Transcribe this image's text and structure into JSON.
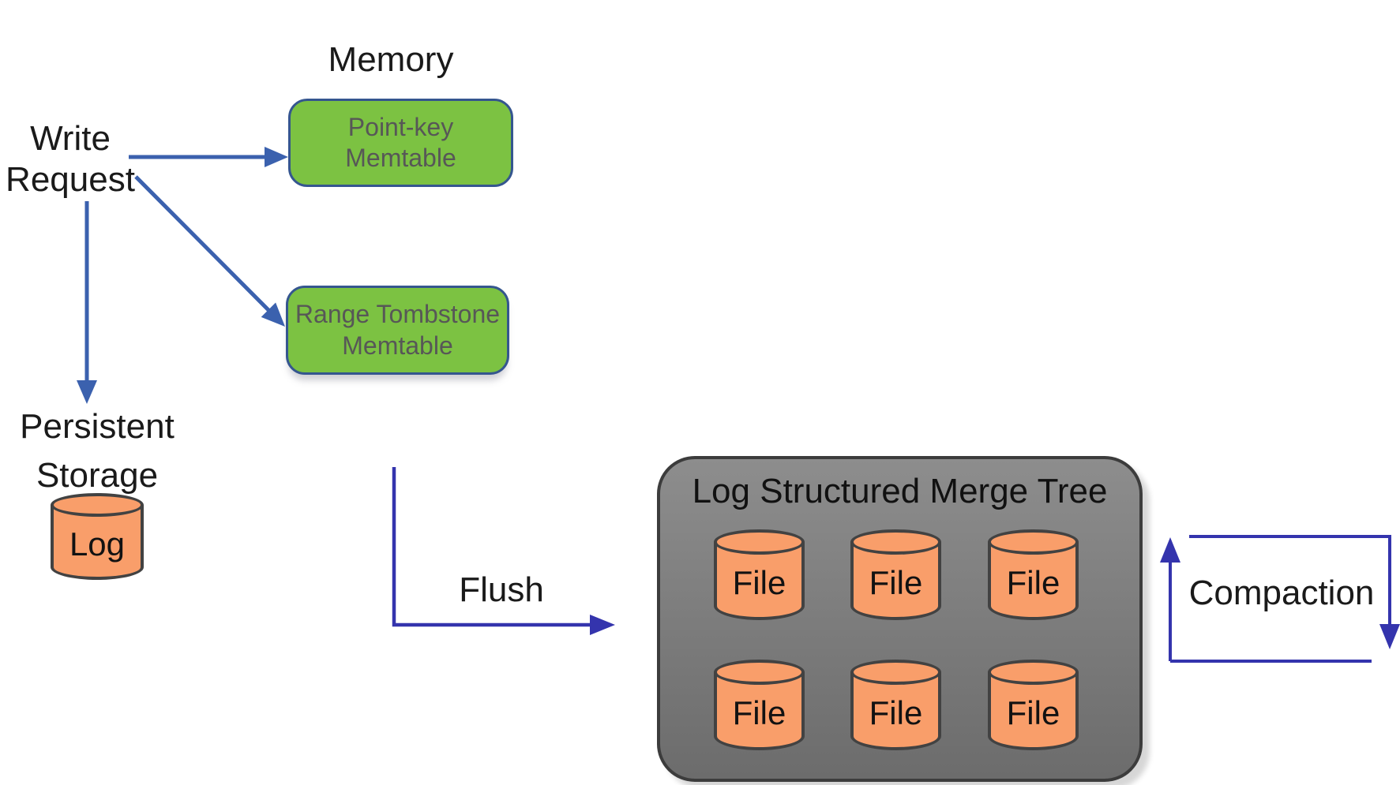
{
  "labels": {
    "memory": "Memory",
    "write_request": "Write\nRequest",
    "persistent_storage": "Persistent\nStorage",
    "flush": "Flush",
    "compaction": "Compaction"
  },
  "nodes": {
    "point_key_memtable": {
      "label": "Point-key\nMemtable"
    },
    "range_tombstone_memtable": {
      "label": "Range Tombstone\nMemtable"
    },
    "log": {
      "label": "Log"
    },
    "lsm_tree": {
      "title": "Log Structured Merge Tree",
      "files": [
        "File",
        "File",
        "File",
        "File",
        "File",
        "File"
      ]
    }
  },
  "colors": {
    "memtable_fill": "#7cc242",
    "memtable_border": "#35568f",
    "memtable_text": "#575757",
    "cylinder_fill": "#f99e6a",
    "cylinder_outline": "#424242",
    "lsm_box_fill_top": "#8d8d8d",
    "lsm_box_fill_bottom": "#6c6c6c",
    "lsm_box_border": "#3c3c3c",
    "write_arrow_blue": "#3b61ae",
    "flow_arrow_indigo": "#3434ad",
    "label_text": "#1a1a1a"
  }
}
